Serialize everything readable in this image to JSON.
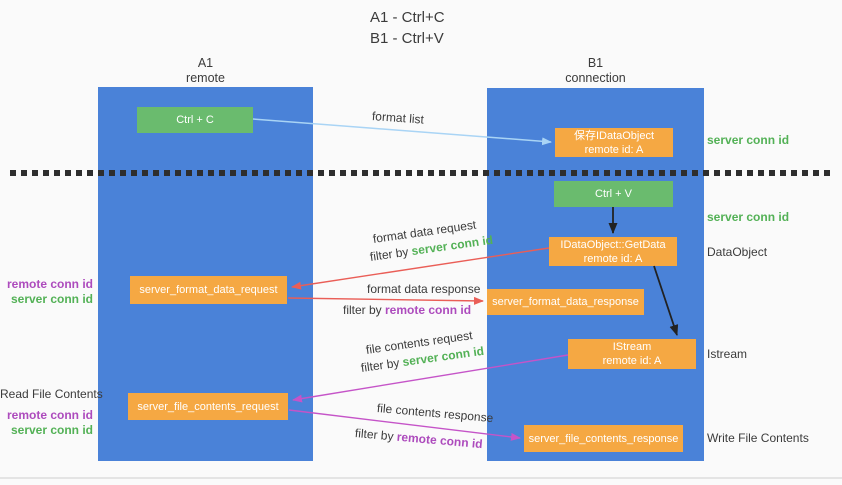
{
  "title": {
    "line1": "A1 - Ctrl+C",
    "line2": "B1 - Ctrl+V"
  },
  "lanes": {
    "a1": {
      "name": "A1",
      "subtitle": "remote"
    },
    "b1": {
      "name": "B1",
      "subtitle": "connection"
    }
  },
  "nodes": {
    "ctrl_c": {
      "label": "Ctrl + C"
    },
    "save_idataobject": {
      "line1": "保存IDataObject",
      "line2": "remote id: A"
    },
    "ctrl_v": {
      "label": "Ctrl + V"
    },
    "getdata": {
      "line1": "IDataObject::GetData",
      "line2": "remote id: A"
    },
    "format_request": {
      "label": "server_format_data_request"
    },
    "format_response": {
      "label": "server_format_data_response"
    },
    "istream": {
      "line1": "IStream",
      "line2": "remote id: A"
    },
    "file_request": {
      "label": "server_file_contents_request"
    },
    "file_response": {
      "label": "server_file_contents_response"
    }
  },
  "edges": {
    "format_list": {
      "label": "format list"
    },
    "format_data_request": {
      "label": "format data request",
      "filter_prefix": "filter by ",
      "filter_key": "server conn id"
    },
    "format_data_response": {
      "label": "format data response",
      "filter_prefix": "filter by ",
      "filter_key": "remote conn id"
    },
    "file_contents_request": {
      "label": "file contents request",
      "filter_prefix": "filter by ",
      "filter_key": "server conn id"
    },
    "file_contents_response": {
      "label": "file contents response",
      "filter_prefix": "filter by ",
      "filter_key": "remote conn id"
    }
  },
  "side_labels": {
    "left_format": {
      "remote_conn_id": "remote conn id",
      "server_conn_id": "server conn id"
    },
    "left_file": {
      "title": "Read File Contents",
      "remote_conn_id": "remote conn id",
      "server_conn_id": "server conn id"
    },
    "right_save": {
      "server_conn_id": "server conn id"
    },
    "right_ctrl_v": {
      "server_conn_id": "server conn id"
    },
    "right_getdata": {
      "label": "DataObject"
    },
    "right_istream": {
      "label": "Istream"
    },
    "right_file_response": {
      "label": "Write File Contents"
    }
  },
  "colors": {
    "lane_blue": "#4a82d8",
    "node_green": "#6abb6e",
    "node_orange": "#f5a843",
    "text_green": "#53b156",
    "text_purple": "#ad4bbd",
    "arrow_red": "#ea5e57",
    "arrow_magenta": "#c554c8",
    "arrow_light_blue": "#a9d4f5",
    "arrow_black": "#222222",
    "label_dark": "#3b3b3b",
    "background": "#fafafa"
  }
}
